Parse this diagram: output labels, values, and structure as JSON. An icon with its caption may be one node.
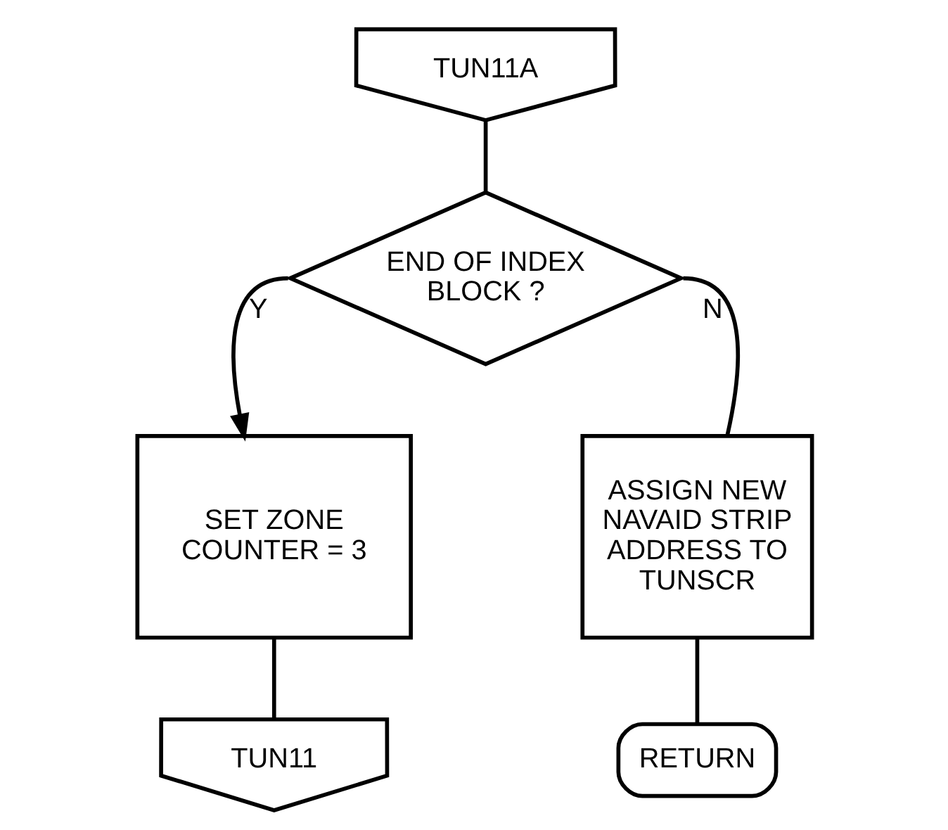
{
  "diagram": {
    "nodes": [
      {
        "text": [
          "TUN11A"
        ]
      },
      {
        "text": [
          "END OF INDEX BLOCK ?"
        ]
      },
      {
        "text": [
          "SET ZONE COUNTER = 3"
        ]
      },
      {
        "text": [
          "ASSIGN NEW NAVAID STRIP ADDRESS TO TUNSCR"
        ]
      },
      {
        "text": [
          "TUN11"
        ]
      },
      {
        "text": [
          "RETURN"
        ]
      }
    ],
    "edges": [
      {
        "from": 0,
        "to": 1,
        "arrow": "none"
      },
      {
        "from": 1,
        "to": 2,
        "arrow": "to",
        "label": "Y"
      },
      {
        "from": 1,
        "to": 3,
        "arrow": "none",
        "label": "N"
      },
      {
        "from": 2,
        "to": 4,
        "arrow": "none"
      },
      {
        "from": 3,
        "to": 5,
        "arrow": "none"
      }
    ]
  }
}
